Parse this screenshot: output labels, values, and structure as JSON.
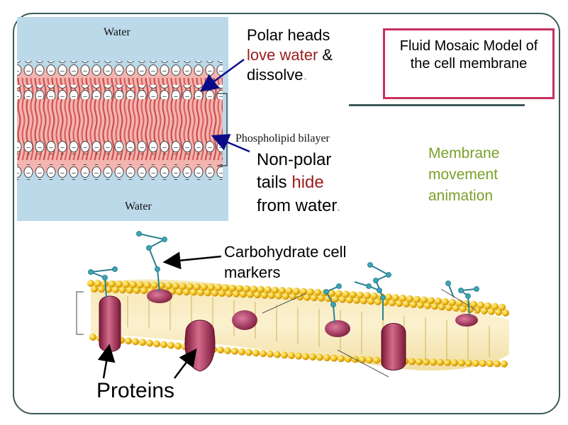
{
  "slide": {
    "title": "Fluid Mosaic Model of the cell membrane",
    "link_label": "Membrane movement animation",
    "polar": {
      "line1": "Polar heads",
      "love_water": "love water",
      "amp": " &",
      "dissolve": "dissolve",
      "dot": "."
    },
    "nonpolar": {
      "line1": "Non-polar",
      "tails": "tails ",
      "hide": "hide",
      "from_water": "from water",
      "dot": "."
    },
    "carbohydrate_label": "Carbohydrate cell markers",
    "proteins_label": "Proteins"
  },
  "inset": {
    "water_top": "Water",
    "water_bottom": "Water",
    "bilayer_label": "Phospholipid bilayer"
  },
  "colors": {
    "accent_red": "#9b1c1c",
    "title_border": "#c9305e",
    "link_green": "#7aa02a",
    "frame": "#3d5a5a"
  }
}
